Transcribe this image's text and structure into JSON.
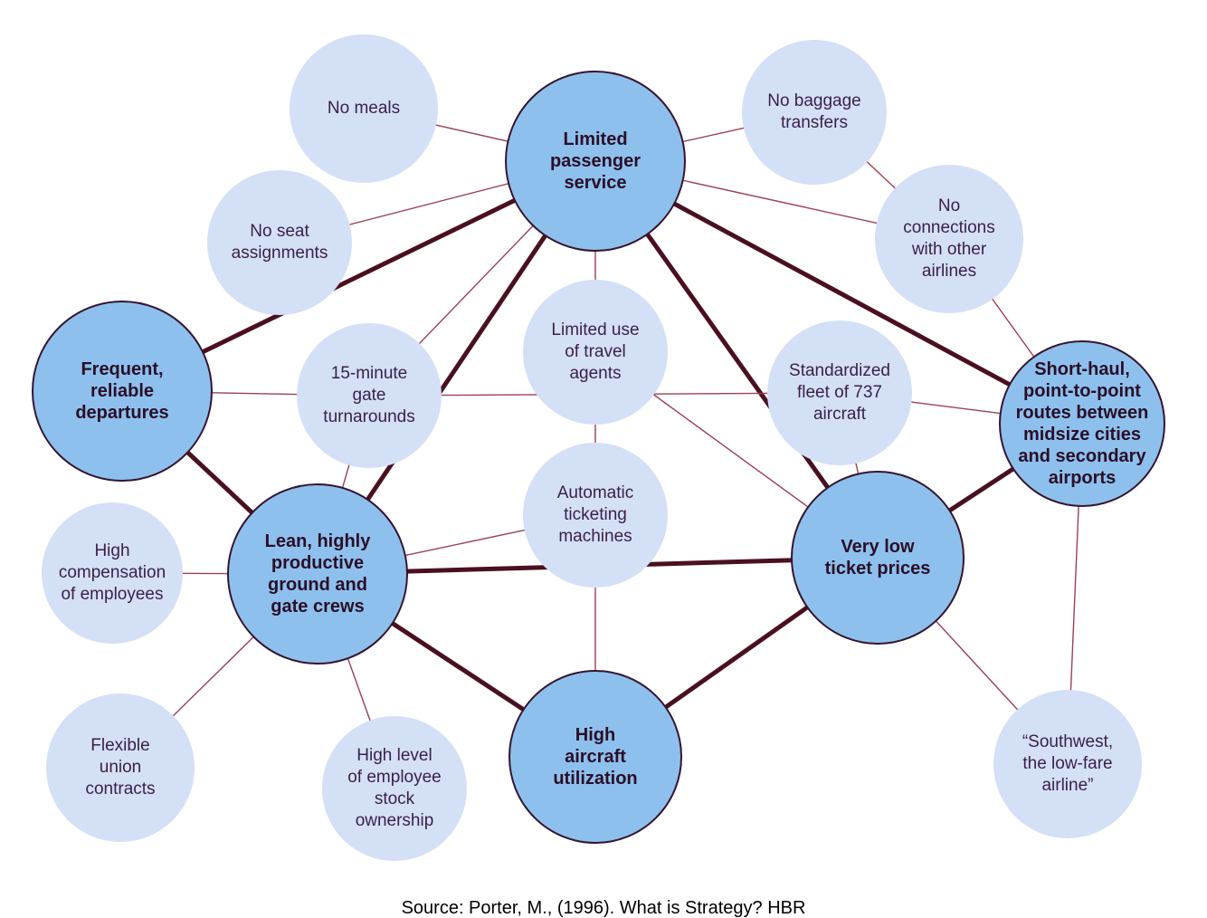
{
  "colors": {
    "major_fill": "#8ec0ee",
    "minor_fill": "#d4e0f6",
    "line": "#4a1020",
    "thin_line": "#9a4055"
  },
  "nodes": [
    {
      "id": "limited_passenger_service",
      "label": "Limited\npassenger\nservice",
      "kind": "major"
    },
    {
      "id": "frequent_reliable_departures",
      "label": "Frequent,\nreliable\ndepartures",
      "kind": "major"
    },
    {
      "id": "short_haul_routes",
      "label": "Short-haul,\npoint-to-point\nroutes between\nmidsize cities\nand secondary\nairports",
      "kind": "major"
    },
    {
      "id": "lean_ground_gate_crews",
      "label": "Lean, highly\nproductive\nground and\ngate crews",
      "kind": "major"
    },
    {
      "id": "very_low_ticket_prices",
      "label": "Very low\nticket prices",
      "kind": "major"
    },
    {
      "id": "high_aircraft_utilization",
      "label": "High\naircraft\nutilization",
      "kind": "major"
    },
    {
      "id": "no_meals",
      "label": "No meals",
      "kind": "minor"
    },
    {
      "id": "no_seat_assignments",
      "label": "No seat\nassignments",
      "kind": "minor"
    },
    {
      "id": "no_baggage_transfers",
      "label": "No baggage\ntransfers",
      "kind": "minor"
    },
    {
      "id": "no_connections",
      "label": "No\nconnections\nwith other\nairlines",
      "kind": "minor"
    },
    {
      "id": "gate_turnarounds",
      "label": "15-minute\ngate\nturnarounds",
      "kind": "minor"
    },
    {
      "id": "limited_travel_agents",
      "label": "Limited use\nof travel\nagents",
      "kind": "minor"
    },
    {
      "id": "standardized_fleet",
      "label": "Standardized\nfleet of 737\naircraft",
      "kind": "minor"
    },
    {
      "id": "automatic_ticketing",
      "label": "Automatic\nticketing\nmachines",
      "kind": "minor"
    },
    {
      "id": "high_compensation",
      "label": "High\ncompensation\nof employees",
      "kind": "minor"
    },
    {
      "id": "flexible_union_contracts",
      "label": "Flexible\nunion\ncontracts",
      "kind": "minor"
    },
    {
      "id": "employee_stock_ownership",
      "label": "High level\nof employee\nstock\nownership",
      "kind": "minor"
    },
    {
      "id": "southwest_low_fare",
      "label": "“Southwest,\nthe low-fare\nairline”",
      "kind": "minor"
    }
  ],
  "edges": [
    {
      "from": "limited_passenger_service",
      "to": "frequent_reliable_departures",
      "weight": "thick"
    },
    {
      "from": "limited_passenger_service",
      "to": "short_haul_routes",
      "weight": "thick"
    },
    {
      "from": "limited_passenger_service",
      "to": "lean_ground_gate_crews",
      "weight": "thick"
    },
    {
      "from": "limited_passenger_service",
      "to": "very_low_ticket_prices",
      "weight": "thick"
    },
    {
      "from": "frequent_reliable_departures",
      "to": "lean_ground_gate_crews",
      "weight": "thick"
    },
    {
      "from": "lean_ground_gate_crews",
      "to": "very_low_ticket_prices",
      "weight": "thick"
    },
    {
      "from": "lean_ground_gate_crews",
      "to": "high_aircraft_utilization",
      "weight": "thick"
    },
    {
      "from": "very_low_ticket_prices",
      "to": "short_haul_routes",
      "weight": "thick"
    },
    {
      "from": "very_low_ticket_prices",
      "to": "high_aircraft_utilization",
      "weight": "thick"
    },
    {
      "from": "no_meals",
      "to": "limited_passenger_service",
      "weight": "thin"
    },
    {
      "from": "no_seat_assignments",
      "to": "limited_passenger_service",
      "weight": "thin"
    },
    {
      "from": "no_baggage_transfers",
      "to": "limited_passenger_service",
      "weight": "thin"
    },
    {
      "from": "no_baggage_transfers",
      "to": "no_connections",
      "weight": "thin"
    },
    {
      "from": "no_connections",
      "to": "limited_passenger_service",
      "weight": "thin"
    },
    {
      "from": "no_connections",
      "to": "short_haul_routes",
      "weight": "thin"
    },
    {
      "from": "gate_turnarounds",
      "to": "limited_passenger_service",
      "weight": "thin"
    },
    {
      "from": "gate_turnarounds",
      "to": "frequent_reliable_departures",
      "weight": "thin"
    },
    {
      "from": "gate_turnarounds",
      "to": "lean_ground_gate_crews",
      "weight": "thin"
    },
    {
      "from": "gate_turnarounds",
      "to": "standardized_fleet",
      "weight": "thin"
    },
    {
      "from": "limited_travel_agents",
      "to": "limited_passenger_service",
      "weight": "thin"
    },
    {
      "from": "limited_travel_agents",
      "to": "automatic_ticketing",
      "weight": "thin"
    },
    {
      "from": "limited_travel_agents",
      "to": "very_low_ticket_prices",
      "weight": "thin"
    },
    {
      "from": "standardized_fleet",
      "to": "short_haul_routes",
      "weight": "thin"
    },
    {
      "from": "standardized_fleet",
      "to": "very_low_ticket_prices",
      "weight": "thin"
    },
    {
      "from": "automatic_ticketing",
      "to": "lean_ground_gate_crews",
      "weight": "thin"
    },
    {
      "from": "automatic_ticketing",
      "to": "high_aircraft_utilization",
      "weight": "thin"
    },
    {
      "from": "high_compensation",
      "to": "lean_ground_gate_crews",
      "weight": "thin"
    },
    {
      "from": "flexible_union_contracts",
      "to": "lean_ground_gate_crews",
      "weight": "thin"
    },
    {
      "from": "employee_stock_ownership",
      "to": "lean_ground_gate_crews",
      "weight": "thin"
    },
    {
      "from": "southwest_low_fare",
      "to": "very_low_ticket_prices",
      "weight": "thin"
    },
    {
      "from": "southwest_low_fare",
      "to": "short_haul_routes",
      "weight": "thin"
    }
  ],
  "source_text": "Source: Porter, M., (1996). What is Strategy? HBR"
}
